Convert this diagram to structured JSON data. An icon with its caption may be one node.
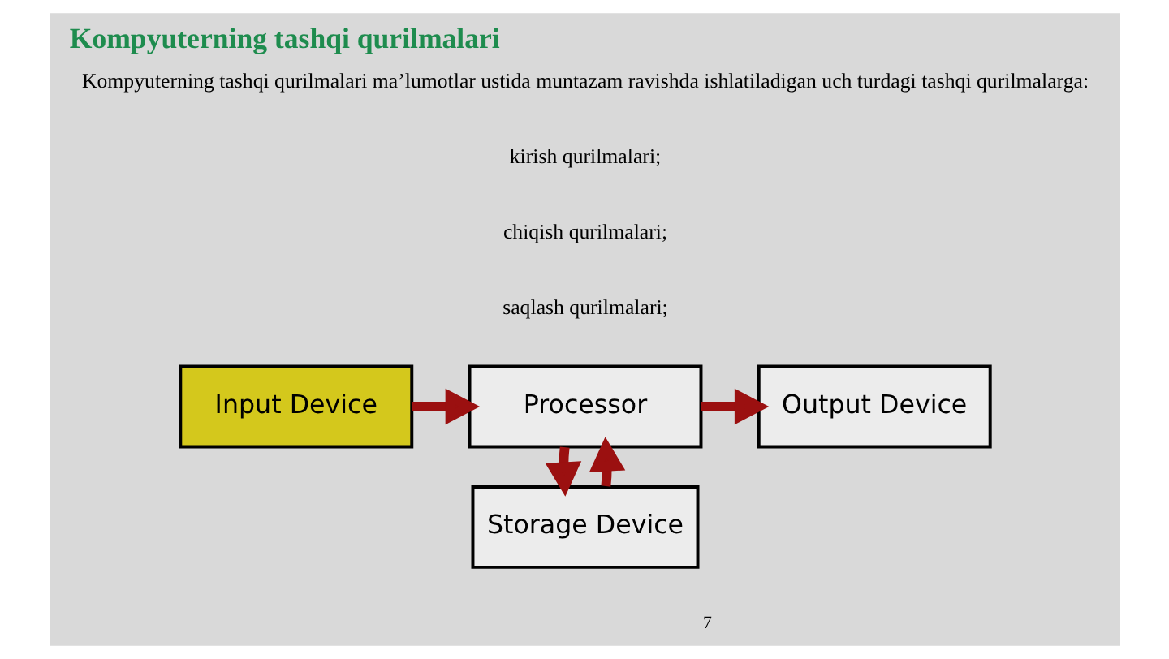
{
  "diagram": {
    "title": "Kompyuterning tashqi qurilmalari",
    "nodes": [
      {
        "text": [
          "Input Device"
        ]
      },
      {
        "text": [
          "Processor"
        ]
      },
      {
        "text": [
          "Output Device"
        ]
      },
      {
        "text": [
          "Storage Device"
        ]
      }
    ],
    "edges": [
      {
        "from": 0,
        "to": 1,
        "arrow": "to"
      },
      {
        "from": 1,
        "to": 2,
        "arrow": "to"
      },
      {
        "from": 3,
        "to": 1,
        "arrow": "to"
      },
      {
        "from": 1,
        "to": 3,
        "arrow": "to"
      }
    ],
    "labels": [
      "Kompyuterning tashqi qurilmalari ma’lumotlar ustida muntazam ravishda ishlatiladigan uch turdagi tashqi qurilmalarga:",
      "kirish qurilmalari;",
      "chiqish qurilmalari;",
      "saqlash qurilmalari;",
      "7"
    ]
  }
}
